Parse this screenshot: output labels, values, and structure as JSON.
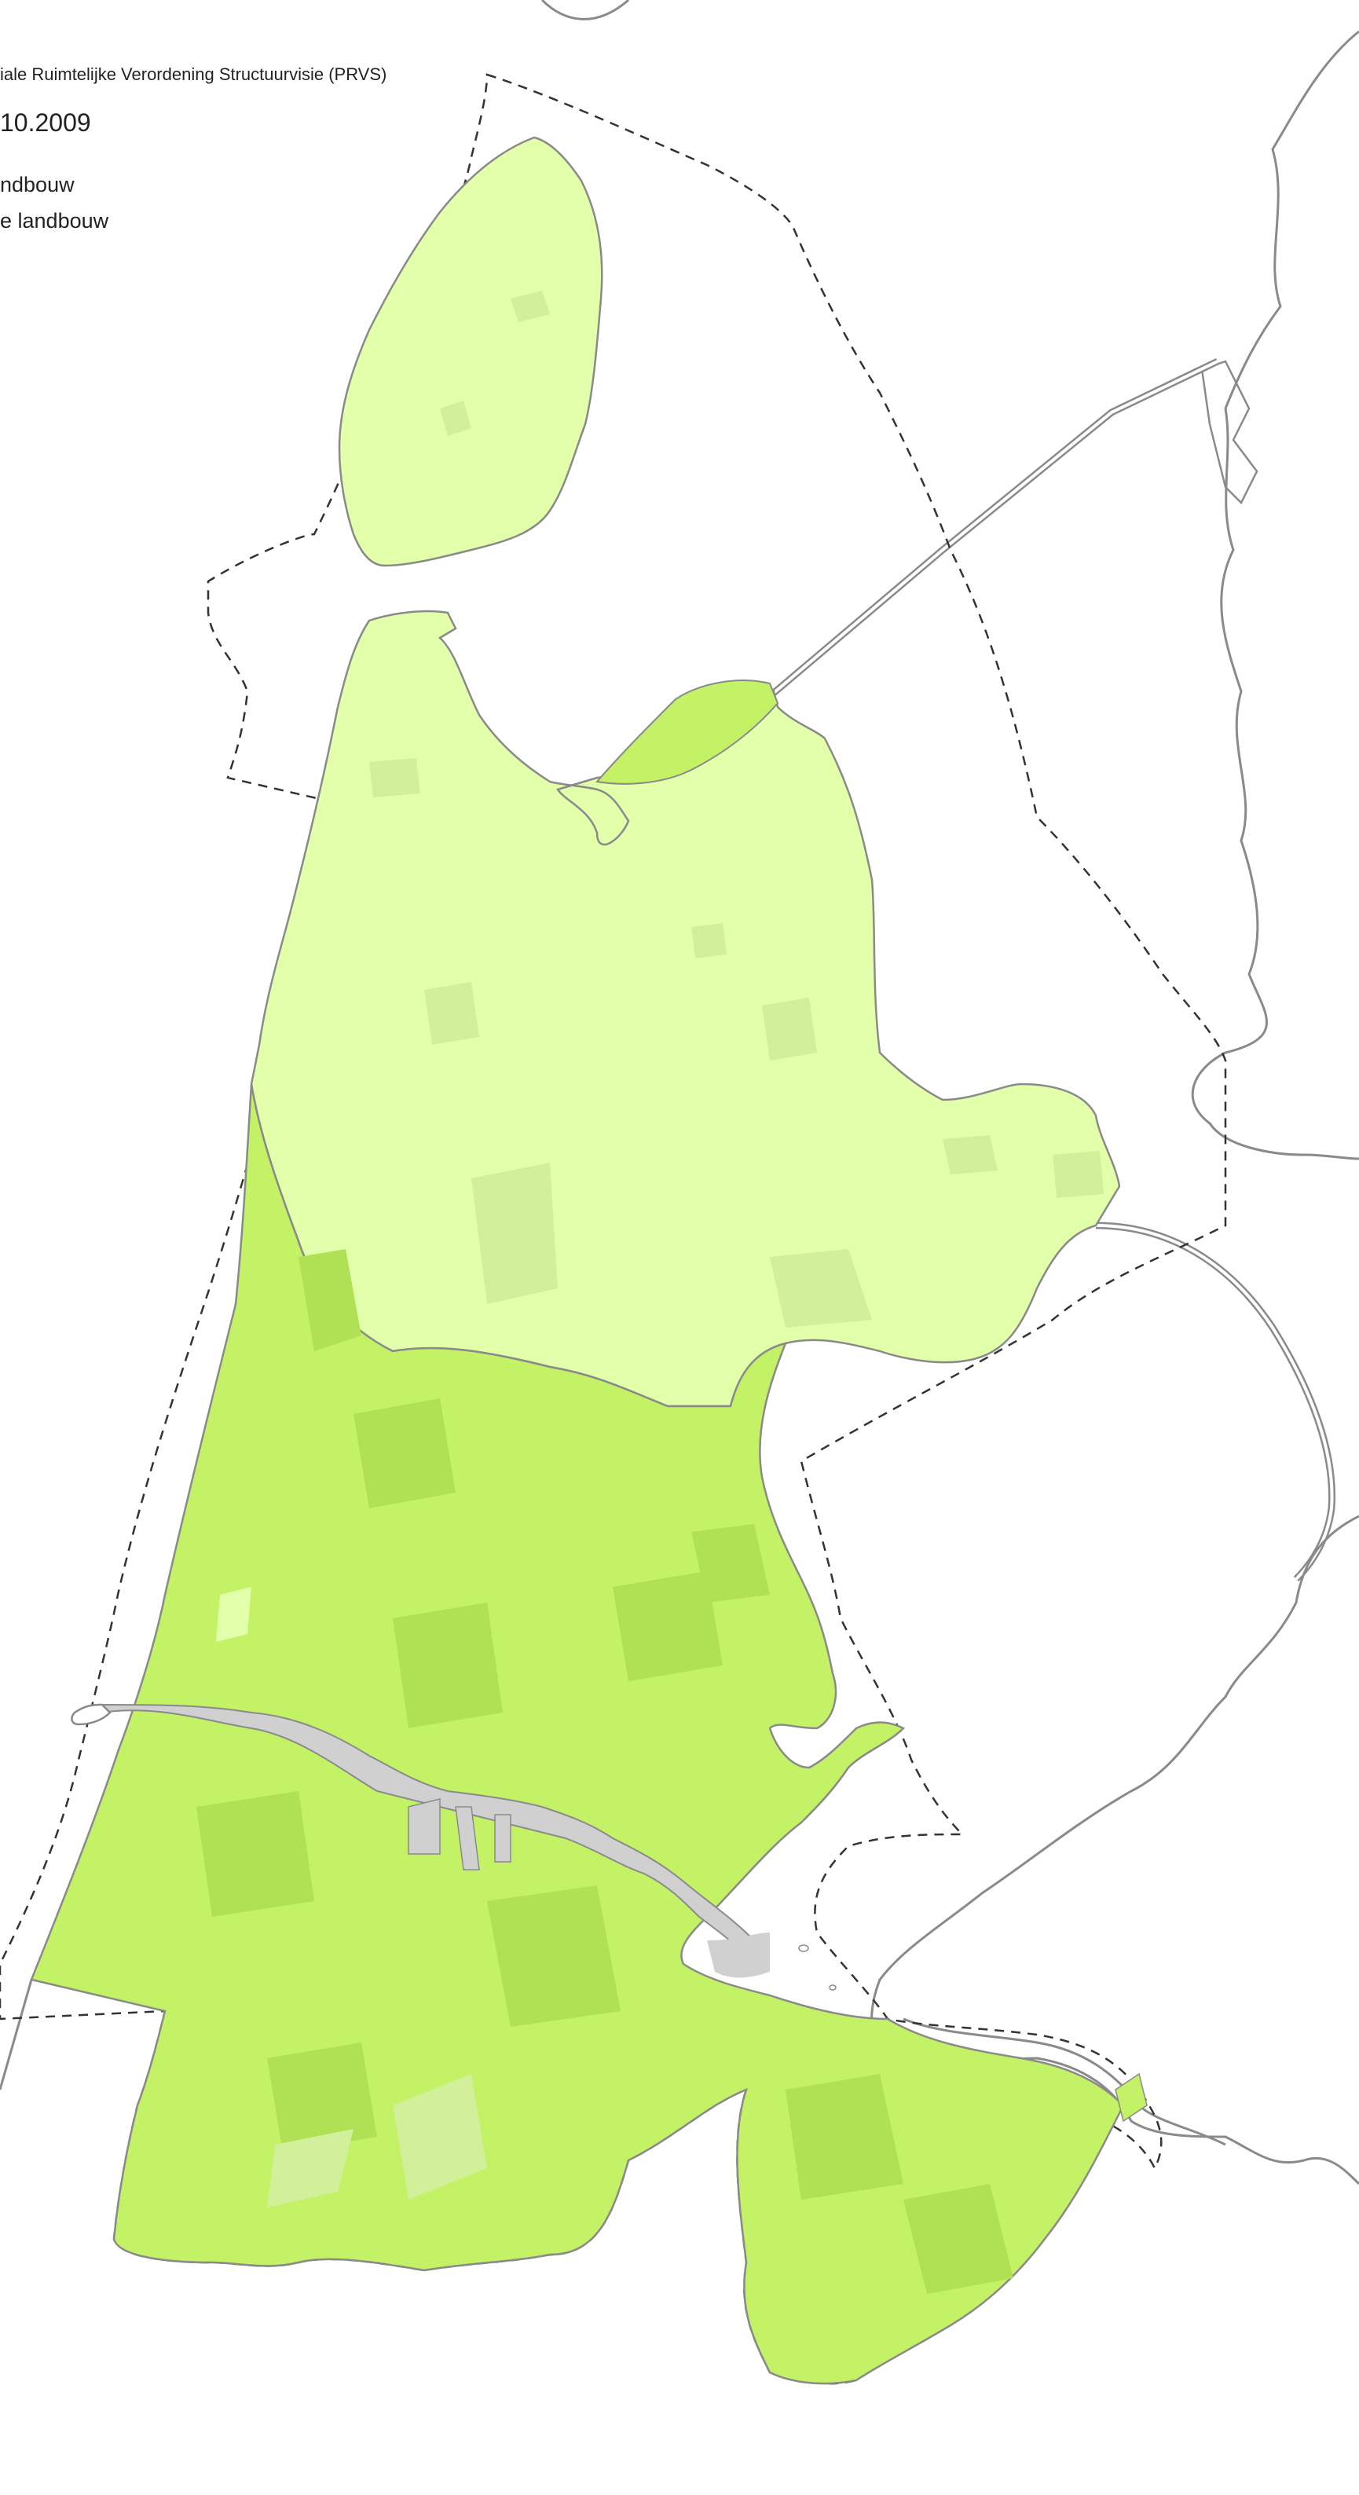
{
  "legend": {
    "title": "iale Ruimtelijke Verordening Structuurvisie (PRVS)",
    "date": "10.2009",
    "item_1": "ndbouw",
    "item_2": "e landbouw"
  },
  "colors": {
    "water_background": "#ffffff",
    "land_outline": "#8a8a8a",
    "light_green": "#e2ffaa",
    "light_green_patch": "#d2ef9a",
    "bright_green": "#c3f266",
    "bright_green_patch": "#b0e055",
    "urban_grey": "#d0d0d0",
    "boundary_dash": "#333333"
  }
}
